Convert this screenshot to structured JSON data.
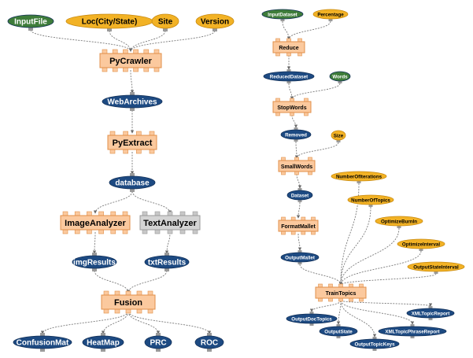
{
  "colors": {
    "input_green": "#3e7c3a",
    "param_orange": "#f2b225",
    "data_blue": "#1d4a82",
    "process_peach": "#fbc99e",
    "process_border": "#e08f4a",
    "process_gray": "#d4d4d4",
    "process_gray_border": "#9a9a9a",
    "port": "#9a9a9a",
    "edge": "#7a7a7a"
  },
  "left_workflow": {
    "inputs": [
      {
        "id": "InputFile",
        "label": "InputFile",
        "kind": "input"
      },
      {
        "id": "Loc",
        "label": "Loc(City/State)",
        "kind": "param"
      },
      {
        "id": "Site",
        "label": "Site",
        "kind": "param"
      },
      {
        "id": "Version",
        "label": "Version",
        "kind": "param"
      }
    ],
    "processes": [
      {
        "id": "PyCrawler",
        "label": "PyCrawler"
      },
      {
        "id": "PyExtract",
        "label": "PyExtract"
      },
      {
        "id": "ImageAnalyzer",
        "label": "ImageAnalyzer"
      },
      {
        "id": "TextAnalyzer",
        "label": "TextAnalyzer",
        "style": "gray"
      },
      {
        "id": "Fusion",
        "label": "Fusion"
      }
    ],
    "data": [
      {
        "id": "WebArchives",
        "label": "WebArchives"
      },
      {
        "id": "database",
        "label": "database"
      },
      {
        "id": "imgResults",
        "label": "imgResults"
      },
      {
        "id": "txtResults",
        "label": "txtResults"
      },
      {
        "id": "ConfusionMat",
        "label": "ConfusionMat"
      },
      {
        "id": "HeatMap",
        "label": "HeatMap"
      },
      {
        "id": "PRC",
        "label": "PRC"
      },
      {
        "id": "ROC",
        "label": "ROC"
      }
    ]
  },
  "right_workflow": {
    "inputs": [
      {
        "id": "InputDataset",
        "label": "InputDataset",
        "kind": "input"
      },
      {
        "id": "Percentage",
        "label": "Percentage",
        "kind": "param"
      },
      {
        "id": "Words",
        "label": "Words",
        "kind": "input"
      },
      {
        "id": "Size",
        "label": "Size",
        "kind": "param"
      },
      {
        "id": "NumberOfIterations",
        "label": "NumberOfIterations",
        "kind": "param"
      },
      {
        "id": "NumberOfTopics",
        "label": "NumberOfTopics",
        "kind": "param"
      },
      {
        "id": "OptimizeBurnIn",
        "label": "OptimizeBurnIn",
        "kind": "param"
      },
      {
        "id": "OptimizeInterval",
        "label": "OptimizeInterval",
        "kind": "param"
      },
      {
        "id": "OutputStateInterval",
        "label": "OutputStateInterval",
        "kind": "param"
      }
    ],
    "processes": [
      {
        "id": "Reduce",
        "label": "Reduce"
      },
      {
        "id": "StopWords",
        "label": "StopWords"
      },
      {
        "id": "SmallWords",
        "label": "SmallWords"
      },
      {
        "id": "FormatMallet",
        "label": "FormatMallet"
      },
      {
        "id": "TrainTopics",
        "label": "TrainTopics"
      }
    ],
    "data": [
      {
        "id": "ReducedDataset",
        "label": "ReducedDataset"
      },
      {
        "id": "Removed",
        "label": "Removed"
      },
      {
        "id": "Dataset",
        "label": "Dataset"
      },
      {
        "id": "OutputMallet",
        "label": "OutputMallet"
      },
      {
        "id": "OutputDocTopics",
        "label": "OutputDocTopics"
      },
      {
        "id": "OutputState",
        "label": "OutputState"
      },
      {
        "id": "OutputTopicKeys",
        "label": "OutputTopicKeys"
      },
      {
        "id": "XMLTopicReport",
        "label": "XMLTopicReport"
      },
      {
        "id": "XMLTopicPhraseReport",
        "label": "XMLTopicPhraseReport"
      }
    ]
  },
  "edges": [
    [
      "InputFile",
      "PyCrawler"
    ],
    [
      "Loc",
      "PyCrawler"
    ],
    [
      "Site",
      "PyCrawler"
    ],
    [
      "Version",
      "PyCrawler"
    ],
    [
      "PyCrawler",
      "WebArchives"
    ],
    [
      "WebArchives",
      "PyExtract"
    ],
    [
      "PyExtract",
      "database"
    ],
    [
      "database",
      "ImageAnalyzer"
    ],
    [
      "database",
      "TextAnalyzer"
    ],
    [
      "ImageAnalyzer",
      "imgResults"
    ],
    [
      "TextAnalyzer",
      "txtResults"
    ],
    [
      "imgResults",
      "Fusion"
    ],
    [
      "txtResults",
      "Fusion"
    ],
    [
      "Fusion",
      "ConfusionMat"
    ],
    [
      "Fusion",
      "HeatMap"
    ],
    [
      "Fusion",
      "PRC"
    ],
    [
      "Fusion",
      "ROC"
    ],
    [
      "InputDataset",
      "Reduce"
    ],
    [
      "Percentage",
      "Reduce"
    ],
    [
      "Reduce",
      "ReducedDataset"
    ],
    [
      "ReducedDataset",
      "StopWords"
    ],
    [
      "Words",
      "StopWords"
    ],
    [
      "StopWords",
      "Removed"
    ],
    [
      "Removed",
      "SmallWords"
    ],
    [
      "Size",
      "SmallWords"
    ],
    [
      "SmallWords",
      "Dataset"
    ],
    [
      "Dataset",
      "FormatMallet"
    ],
    [
      "FormatMallet",
      "OutputMallet"
    ],
    [
      "OutputMallet",
      "TrainTopics"
    ],
    [
      "NumberOfIterations",
      "TrainTopics"
    ],
    [
      "NumberOfTopics",
      "TrainTopics"
    ],
    [
      "OptimizeBurnIn",
      "TrainTopics"
    ],
    [
      "OptimizeInterval",
      "TrainTopics"
    ],
    [
      "OutputStateInterval",
      "TrainTopics"
    ],
    [
      "TrainTopics",
      "OutputDocTopics"
    ],
    [
      "TrainTopics",
      "OutputState"
    ],
    [
      "TrainTopics",
      "OutputTopicKeys"
    ],
    [
      "TrainTopics",
      "XMLTopicReport"
    ],
    [
      "TrainTopics",
      "XMLTopicPhraseReport"
    ]
  ]
}
